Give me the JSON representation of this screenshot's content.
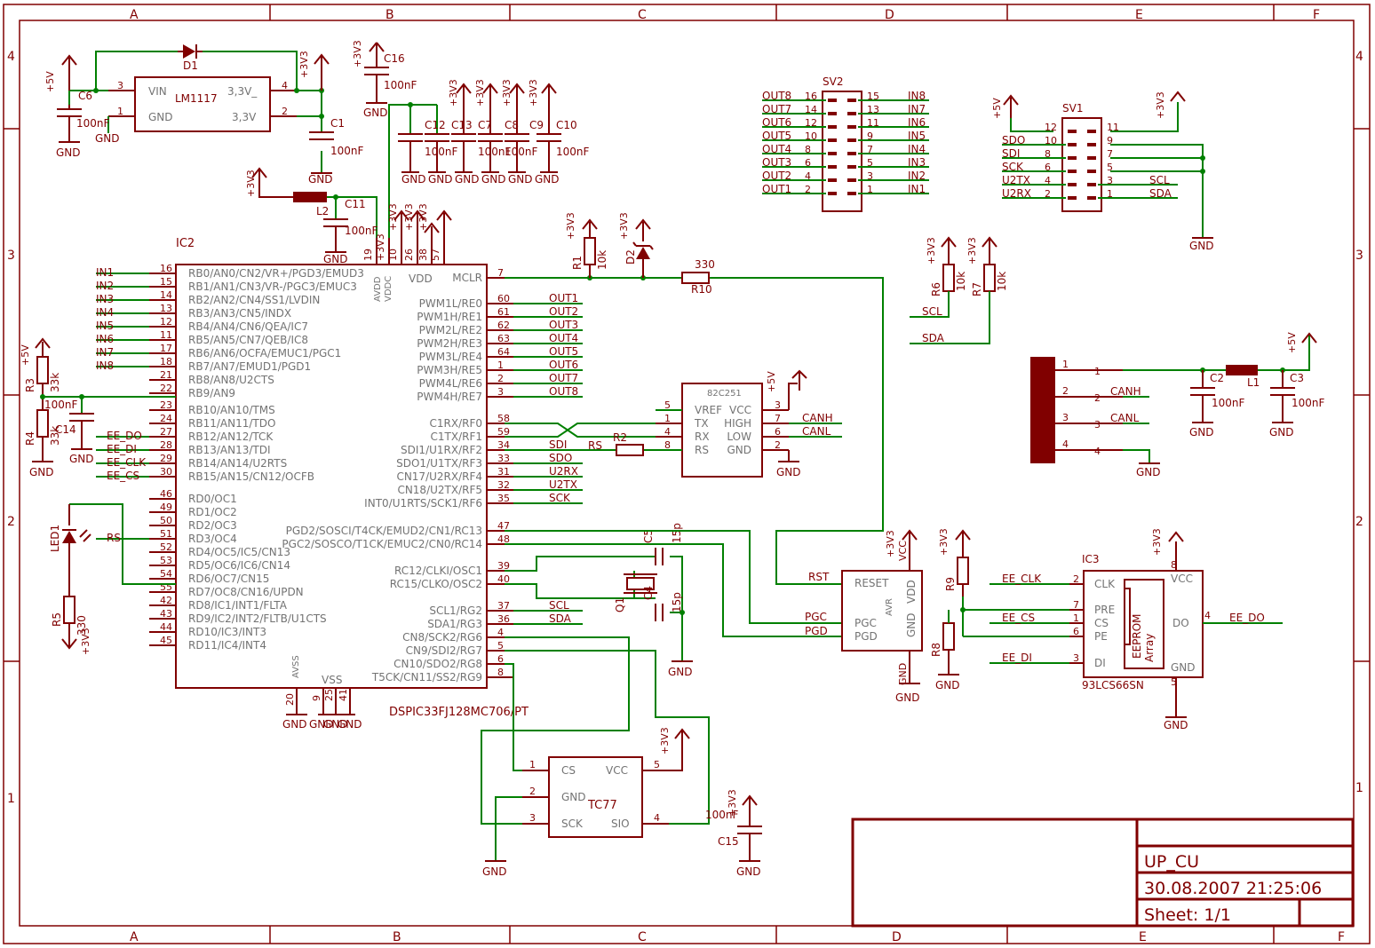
{
  "frame": {
    "columns": [
      "A",
      "B",
      "C",
      "D",
      "E",
      "F"
    ],
    "rows": [
      "4",
      "3",
      "2",
      "1"
    ]
  },
  "title_block": {
    "name": "UP_CU",
    "datetime": "30.08.2007  21:25:06",
    "sheet": "Sheet: 1/1"
  },
  "ic2": {
    "ref": "IC2",
    "value": "DSPIC33FJ128MC706/PT",
    "left_pins": [
      {
        "num": "16",
        "name": "RB0/AN0/CN2/VR+/PGD3/EMUD3",
        "net": "IN1"
      },
      {
        "num": "15",
        "name": "RB1/AN1/CN3/VR-/PGC3/EMUC3",
        "net": "IN2"
      },
      {
        "num": "14",
        "name": "RB2/AN2/CN4/SS1/LVDIN",
        "net": "IN3"
      },
      {
        "num": "13",
        "name": "RB3/AN3/CN5/INDX",
        "net": "IN4"
      },
      {
        "num": "12",
        "name": "RB4/AN4/CN6/QEA/IC7",
        "net": "IN5"
      },
      {
        "num": "11",
        "name": "RB5/AN5/CN7/QEB/IC8",
        "net": "IN6"
      },
      {
        "num": "17",
        "name": "RB6/AN6/OCFA/EMUC1/PGC1",
        "net": "IN7"
      },
      {
        "num": "18",
        "name": "RB7/AN7/EMUD1/PGD1",
        "net": "IN8"
      },
      {
        "num": "21",
        "name": "RB8/AN8/U2CTS",
        "net": ""
      },
      {
        "num": "22",
        "name": "RB9/AN9",
        "net": ""
      },
      {
        "num": "23",
        "name": "RB10/AN10/TMS",
        "net": ""
      },
      {
        "num": "24",
        "name": "RB11/AN11/TDO",
        "net": ""
      },
      {
        "num": "27",
        "name": "RB12/AN12/TCK",
        "net": "EE_DO"
      },
      {
        "num": "28",
        "name": "RB13/AN13/TDI",
        "net": "EE_DI"
      },
      {
        "num": "29",
        "name": "RB14/AN14/U2RTS",
        "net": "EE_CLK"
      },
      {
        "num": "30",
        "name": "RB15/AN15/CN12/OCFB",
        "net": "EE_CS"
      },
      {
        "num": "46",
        "name": "RD0/OC1",
        "net": ""
      },
      {
        "num": "49",
        "name": "RD1/OC2",
        "net": ""
      },
      {
        "num": "50",
        "name": "RD2/OC3",
        "net": ""
      },
      {
        "num": "51",
        "name": "RD3/OC4",
        "net": "RS"
      },
      {
        "num": "52",
        "name": "RD4/OC5/IC5/CN13",
        "net": ""
      },
      {
        "num": "53",
        "name": "RD5/OC6/IC6/CN14",
        "net": ""
      },
      {
        "num": "54",
        "name": "RD6/OC7/CN15",
        "net": ""
      },
      {
        "num": "55",
        "name": "RD7/OC8/CN16/UPDN",
        "net": ""
      },
      {
        "num": "42",
        "name": "RD8/IC1/INT1/FLTA",
        "net": ""
      },
      {
        "num": "43",
        "name": "RD9/IC2/INT2/FLTB/U1CTS",
        "net": ""
      },
      {
        "num": "44",
        "name": "RD10/IC3/INT3",
        "net": ""
      },
      {
        "num": "45",
        "name": "RD11/IC4/INT4",
        "net": ""
      }
    ],
    "right_pins": [
      {
        "num": "7",
        "name": "MCLR",
        "net": ""
      },
      {
        "num": "60",
        "name": "PWM1L/RE0",
        "net": "OUT1"
      },
      {
        "num": "61",
        "name": "PWM1H/RE1",
        "net": "OUT2"
      },
      {
        "num": "62",
        "name": "PWM2L/RE2",
        "net": "OUT3"
      },
      {
        "num": "63",
        "name": "PWM2H/RE3",
        "net": "OUT4"
      },
      {
        "num": "64",
        "name": "PWM3L/RE4",
        "net": "OUT5"
      },
      {
        "num": "1",
        "name": "PWM3H/RE5",
        "net": "OUT6"
      },
      {
        "num": "2",
        "name": "PWM4L/RE6",
        "net": "OUT7"
      },
      {
        "num": "3",
        "name": "PWM4H/RE7",
        "net": "OUT8"
      },
      {
        "num": "58",
        "name": "C1RX/RF0",
        "net": ""
      },
      {
        "num": "59",
        "name": "C1TX/RF1",
        "net": ""
      },
      {
        "num": "34",
        "name": "SDI1/U1RX/RF2",
        "net": "SDI"
      },
      {
        "num": "33",
        "name": "SDO1/U1TX/RF3",
        "net": "SDO"
      },
      {
        "num": "31",
        "name": "CN17/U2RX/RF4",
        "net": "U2RX"
      },
      {
        "num": "32",
        "name": "CN18/U2TX/RF5",
        "net": "U2TX"
      },
      {
        "num": "35",
        "name": "INT0/U1RTS/SCK1/RF6",
        "net": "SCK"
      },
      {
        "num": "47",
        "name": "PGD2/SOSCI/T4CK/EMUD2/CN1/RC13",
        "net": ""
      },
      {
        "num": "48",
        "name": "PGC2/SOSCO/T1CK/EMUC2/CN0/RC14",
        "net": ""
      },
      {
        "num": "39",
        "name": "RC12/CLKI/OSC1",
        "net": ""
      },
      {
        "num": "40",
        "name": "RC15/CLKO/OSC2",
        "net": ""
      },
      {
        "num": "37",
        "name": "SCL1/RG2",
        "net": "SCL"
      },
      {
        "num": "36",
        "name": "SDA1/RG3",
        "net": "SDA"
      },
      {
        "num": "4",
        "name": "CN8/SCK2/RG6",
        "net": ""
      },
      {
        "num": "5",
        "name": "CN9/SDI2/RG7",
        "net": ""
      },
      {
        "num": "6",
        "name": "CN10/SDO2/RG8",
        "net": ""
      },
      {
        "num": "8",
        "name": "T5CK/CN11/SS2/RG9",
        "net": ""
      }
    ],
    "power_labels": {
      "vdd": "VDD",
      "avdd": "AVDD",
      "vddc": "VDDC",
      "avss": "AVSS",
      "vss": "VSS"
    },
    "top_pins": [
      "19",
      "10",
      "26",
      "38",
      "57"
    ],
    "bottom_pins": [
      "20",
      "9",
      "25",
      "41"
    ]
  },
  "regulator": {
    "ref": "LM1117",
    "vin": "VIN",
    "gnd": "GND",
    "out1": "3,3V_",
    "out2": "3,3V",
    "pin_vin": "3",
    "pin_gnd": "1",
    "pin_out1": "4",
    "pin_out2": "2",
    "diode": "D1"
  },
  "sv2": {
    "ref": "SV2",
    "left": [
      {
        "net": "OUT8",
        "pin": "16"
      },
      {
        "net": "OUT7",
        "pin": "14"
      },
      {
        "net": "OUT6",
        "pin": "12"
      },
      {
        "net": "OUT5",
        "pin": "10"
      },
      {
        "net": "OUT4",
        "pin": "8"
      },
      {
        "net": "OUT3",
        "pin": "6"
      },
      {
        "net": "OUT2",
        "pin": "4"
      },
      {
        "net": "OUT1",
        "pin": "2"
      }
    ],
    "right": [
      {
        "net": "IN8",
        "pin": "15"
      },
      {
        "net": "IN7",
        "pin": "13"
      },
      {
        "net": "IN6",
        "pin": "11"
      },
      {
        "net": "IN5",
        "pin": "9"
      },
      {
        "net": "IN4",
        "pin": "7"
      },
      {
        "net": "IN3",
        "pin": "5"
      },
      {
        "net": "IN2",
        "pin": "3"
      },
      {
        "net": "IN1",
        "pin": "1"
      }
    ]
  },
  "sv1": {
    "ref": "SV1",
    "left": [
      {
        "net": "",
        "pin": "12"
      },
      {
        "net": "SDO",
        "pin": "10"
      },
      {
        "net": "SDI",
        "pin": "8"
      },
      {
        "net": "SCK",
        "pin": "6"
      },
      {
        "net": "U2TX",
        "pin": "4"
      },
      {
        "net": "U2RX",
        "pin": "2"
      }
    ],
    "right": [
      {
        "net": "",
        "pin": "11"
      },
      {
        "net": "",
        "pin": "9"
      },
      {
        "net": "",
        "pin": "7"
      },
      {
        "net": "",
        "pin": "5"
      },
      {
        "net": "SCL",
        "pin": "3"
      },
      {
        "net": "SDA",
        "pin": "1"
      }
    ]
  },
  "can_driver": {
    "ref": "82C251",
    "pins_left": [
      {
        "num": "5",
        "name": "VREF"
      },
      {
        "num": "1",
        "name": "TX"
      },
      {
        "num": "4",
        "name": "RX"
      },
      {
        "num": "8",
        "name": "RS"
      }
    ],
    "pins_right": [
      {
        "num": "3",
        "name": "VCC"
      },
      {
        "num": "7",
        "name": "HIGH"
      },
      {
        "num": "6",
        "name": "LOW"
      },
      {
        "num": "2",
        "name": "GND"
      }
    ],
    "canh": "CANH",
    "canl": "CANL"
  },
  "avr": {
    "title": "AVR",
    "pins": {
      "reset": "RESET",
      "pgc": "PGC",
      "pgd": "PGD",
      "vdd": "VDD",
      "gnd": "GND",
      "vcc": "VCC"
    },
    "nets": {
      "rst": "RST",
      "pgc": "PGC",
      "pgd": "PGD"
    }
  },
  "ic3": {
    "ref": "IC3",
    "value": "93LCS66SN",
    "left": [
      {
        "num": "2",
        "name": "CLK",
        "net": "EE_CLK"
      },
      {
        "num": "7",
        "name": "PRE",
        "net": ""
      },
      {
        "num": "1",
        "name": "CS",
        "net": "EE_CS"
      },
      {
        "num": "6",
        "name": "PE",
        "net": ""
      },
      {
        "num": "3",
        "name": "DI",
        "net": "EE_DI"
      }
    ],
    "right": [
      {
        "num": "8",
        "name": "VCC"
      },
      {
        "num": "4",
        "name": "DO",
        "net": "EE_DO"
      },
      {
        "num": "5",
        "name": "GND"
      }
    ],
    "array": [
      "EEPROM",
      "Array"
    ]
  },
  "tc77": {
    "ref": "TC77",
    "pins": [
      {
        "num": "1",
        "name": "CS"
      },
      {
        "num": "2",
        "name": "GND"
      },
      {
        "num": "3",
        "name": "SCK"
      },
      {
        "num": "5",
        "name": "VCC"
      },
      {
        "num": "4",
        "name": "SIO"
      }
    ]
  },
  "connector": {
    "pins": [
      {
        "num": "1",
        "label": "1",
        "net": ""
      },
      {
        "num": "2",
        "label": "2",
        "net": "CANH"
      },
      {
        "num": "3",
        "label": "3",
        "net": "CANL"
      },
      {
        "num": "4",
        "label": "4",
        "net": ""
      }
    ]
  },
  "parts": {
    "C1": "C1",
    "C2": "C2",
    "C3": "C3",
    "C4": "C4",
    "C5": "C5",
    "C6": "C6",
    "C7": "C7",
    "C8": "C8",
    "C9": "C9",
    "C10": "C10",
    "C11": "C11",
    "C12": "C12",
    "C13": "C13",
    "C14": "C14",
    "C15": "C15",
    "C16": "C16",
    "R1": "R1",
    "R2": "R2",
    "R3": "R3",
    "R4": "R4",
    "R5": "R5",
    "R6": "R6",
    "R7": "R7",
    "R8": "R8",
    "R9": "R9",
    "R10": "R10",
    "L1": "L1",
    "L2": "L2",
    "D1": "D1",
    "D2": "D2",
    "LED1": "LED1",
    "Q1": "Q1"
  },
  "values": {
    "c100n": "100nF",
    "c15p": "15p",
    "r330": "330",
    "r10k": "10k",
    "r33k": "33k",
    "r330b": "330",
    "r10k2": "10k"
  },
  "supply": {
    "p5v": "+5V",
    "p3v3": "+3V3",
    "gnd": "GND"
  }
}
